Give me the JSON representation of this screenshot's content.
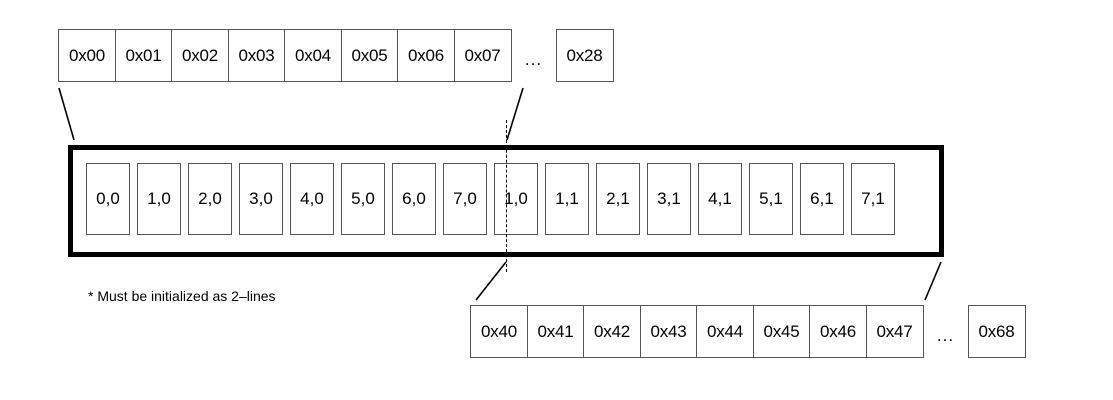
{
  "diagram": {
    "title": "Cache line memory mapping diagram",
    "caption": "* Must be initialized as 2–lines",
    "colors": {
      "bar_border": "#000000",
      "cell_border": "#555555",
      "background": "#ffffff",
      "text": "#000000",
      "connector": "#000000"
    },
    "top_row": {
      "name": "upper-address-range",
      "cells": [
        "0x00",
        "0x01",
        "0x02",
        "0x03",
        "0x04",
        "0x05",
        "0x06",
        "0x07"
      ],
      "ellipsis": "...",
      "tail_cell": "0x28"
    },
    "bottom_row": {
      "name": "lower-address-range",
      "cells": [
        "0x40",
        "0x41",
        "0x42",
        "0x43",
        "0x44",
        "0x45",
        "0x46",
        "0x47"
      ],
      "ellipsis": "...",
      "tail_cell": "0x68"
    },
    "main_bar": {
      "name": "cache-line-buffer",
      "line0": [
        "0,0",
        "1,0",
        "2,0",
        "3,0",
        "4,0",
        "5,0",
        "6,0",
        "7,0"
      ],
      "line1": [
        "1,0",
        "1,1",
        "2,1",
        "3,1",
        "4,1",
        "5,1",
        "6,1",
        "7,1"
      ],
      "divider": "dashed"
    }
  }
}
